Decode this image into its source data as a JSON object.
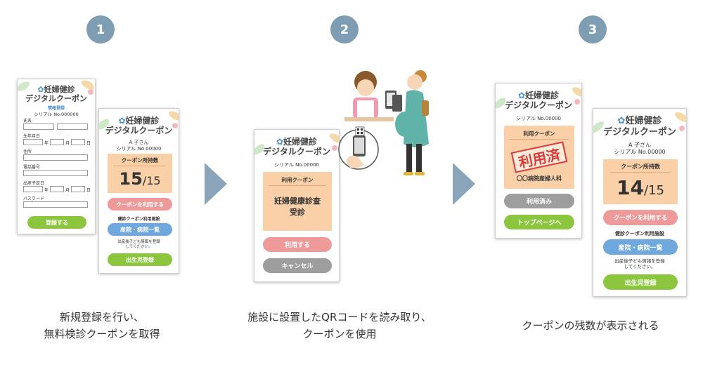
{
  "steps": [
    {
      "num": "1",
      "caption_line1": "新規登録を行い、",
      "caption_line2": "無料検診クーポンを取得"
    },
    {
      "num": "2",
      "caption_line1": "施設に設置したQRコードを読み取り、",
      "caption_line2": "クーポンを使用"
    },
    {
      "num": "3",
      "caption_line1": "クーポンの残数が表示される",
      "caption_line2": ""
    }
  ],
  "brand": {
    "line1": "妊婦健診",
    "line2": "デジタルクーポン"
  },
  "register_form": {
    "section": "情報登録",
    "serial": "シリアル No.000000",
    "name_label": "氏名",
    "birth_label": "生年月日",
    "address_label": "住所",
    "phone_label": "電話番号",
    "due_label": "出産予定日",
    "password_label": "パスワード",
    "year": "年",
    "month": "月",
    "day": "日",
    "register_button": "登録する"
  },
  "coupon_home_1": {
    "user": "A 子さん",
    "serial": "シリアル No.00000",
    "holding_label": "クーポン所持数",
    "count": "15",
    "total": "/15",
    "use_button": "クーポンを利用する",
    "facilities_label": "健診クーポン利用施設",
    "facilities_button": "産院・病院一覧",
    "postbirth_note": "出産後子ども情報を登録してください。",
    "birth_register_button": "出生児登録"
  },
  "use_screen": {
    "serial": "シリアル No.00000",
    "label": "利用クーポン",
    "item_line1": "妊婦健康診査",
    "item_line2": "受診",
    "use_button": "利用する",
    "cancel_button": "キャンセル"
  },
  "used_screen": {
    "serial": "シリアル No.00000",
    "label": "利用クーポン",
    "stamp": "利用済",
    "hospital": "〇〇病院産婦人科",
    "used_button": "利用済み",
    "top_button": "トップページへ"
  },
  "coupon_home_2": {
    "user": "A 子さん",
    "serial": "シリアル No.00000",
    "holding_label": "クーポン所持数",
    "count": "14",
    "total": "/15",
    "use_button": "クーポンを利用する",
    "facilities_label": "健診クーポン利用施設",
    "facilities_button": "産院・病院一覧",
    "postbirth_note": "出産後子ども情報を登録してください。",
    "birth_register_button": "出生児登録"
  },
  "colors": {
    "step_circle": "#7f9db2",
    "arrow": "#8aa5b9",
    "pink": "#ef9a9a",
    "blue": "#6fa8dc",
    "green": "#8cc63f",
    "gray": "#9e9e9e",
    "peach": "#fad0a8",
    "stamp_red": "#d93a3a"
  }
}
